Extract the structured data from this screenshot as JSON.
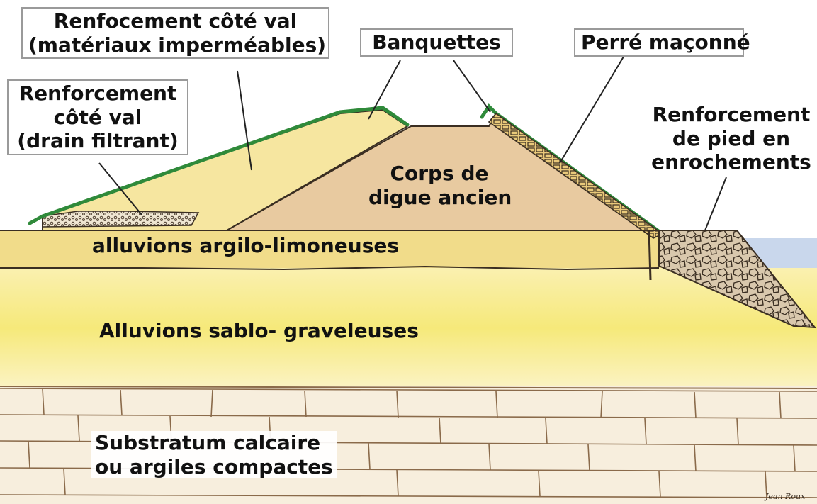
{
  "colors": {
    "sand_light": "#fbf1b8",
    "sand_yellow": "#f4e56a",
    "body_tan": "#e8caa0",
    "clay_band": "#f1dc8a",
    "grass": "#2f8a3a",
    "water": "#c9d7ec",
    "rock_fill": "#d9c8ad",
    "substratum": "#f7eedd",
    "line_ink": "#3a2e22"
  },
  "labels": {
    "renfort_val_impermeable": [
      "Renfocement côté val",
      "(matériaux imperméables)"
    ],
    "banquettes": "Banquettes",
    "perre_maconne": "Perré maçonné",
    "renfort_val_drain": [
      "Renforcement",
      "côté val",
      "(drain filtrant)"
    ],
    "renfort_pied": [
      "Renforcement",
      "de pied en",
      "enrochements"
    ],
    "corps_digue": [
      "Corps de",
      "digue ancien"
    ],
    "alluvions_argilo": "alluvions argilo-limoneuses",
    "alluvions_sablo": "Alluvions sablo- graveleuses",
    "substratum": [
      "Substratum calcaire",
      "ou argiles compactes"
    ],
    "signature": "Jean Roux"
  },
  "icons": {
    "riprap": "rock-pattern",
    "masonry": "brick-pattern",
    "drain": "gravel-pattern"
  }
}
